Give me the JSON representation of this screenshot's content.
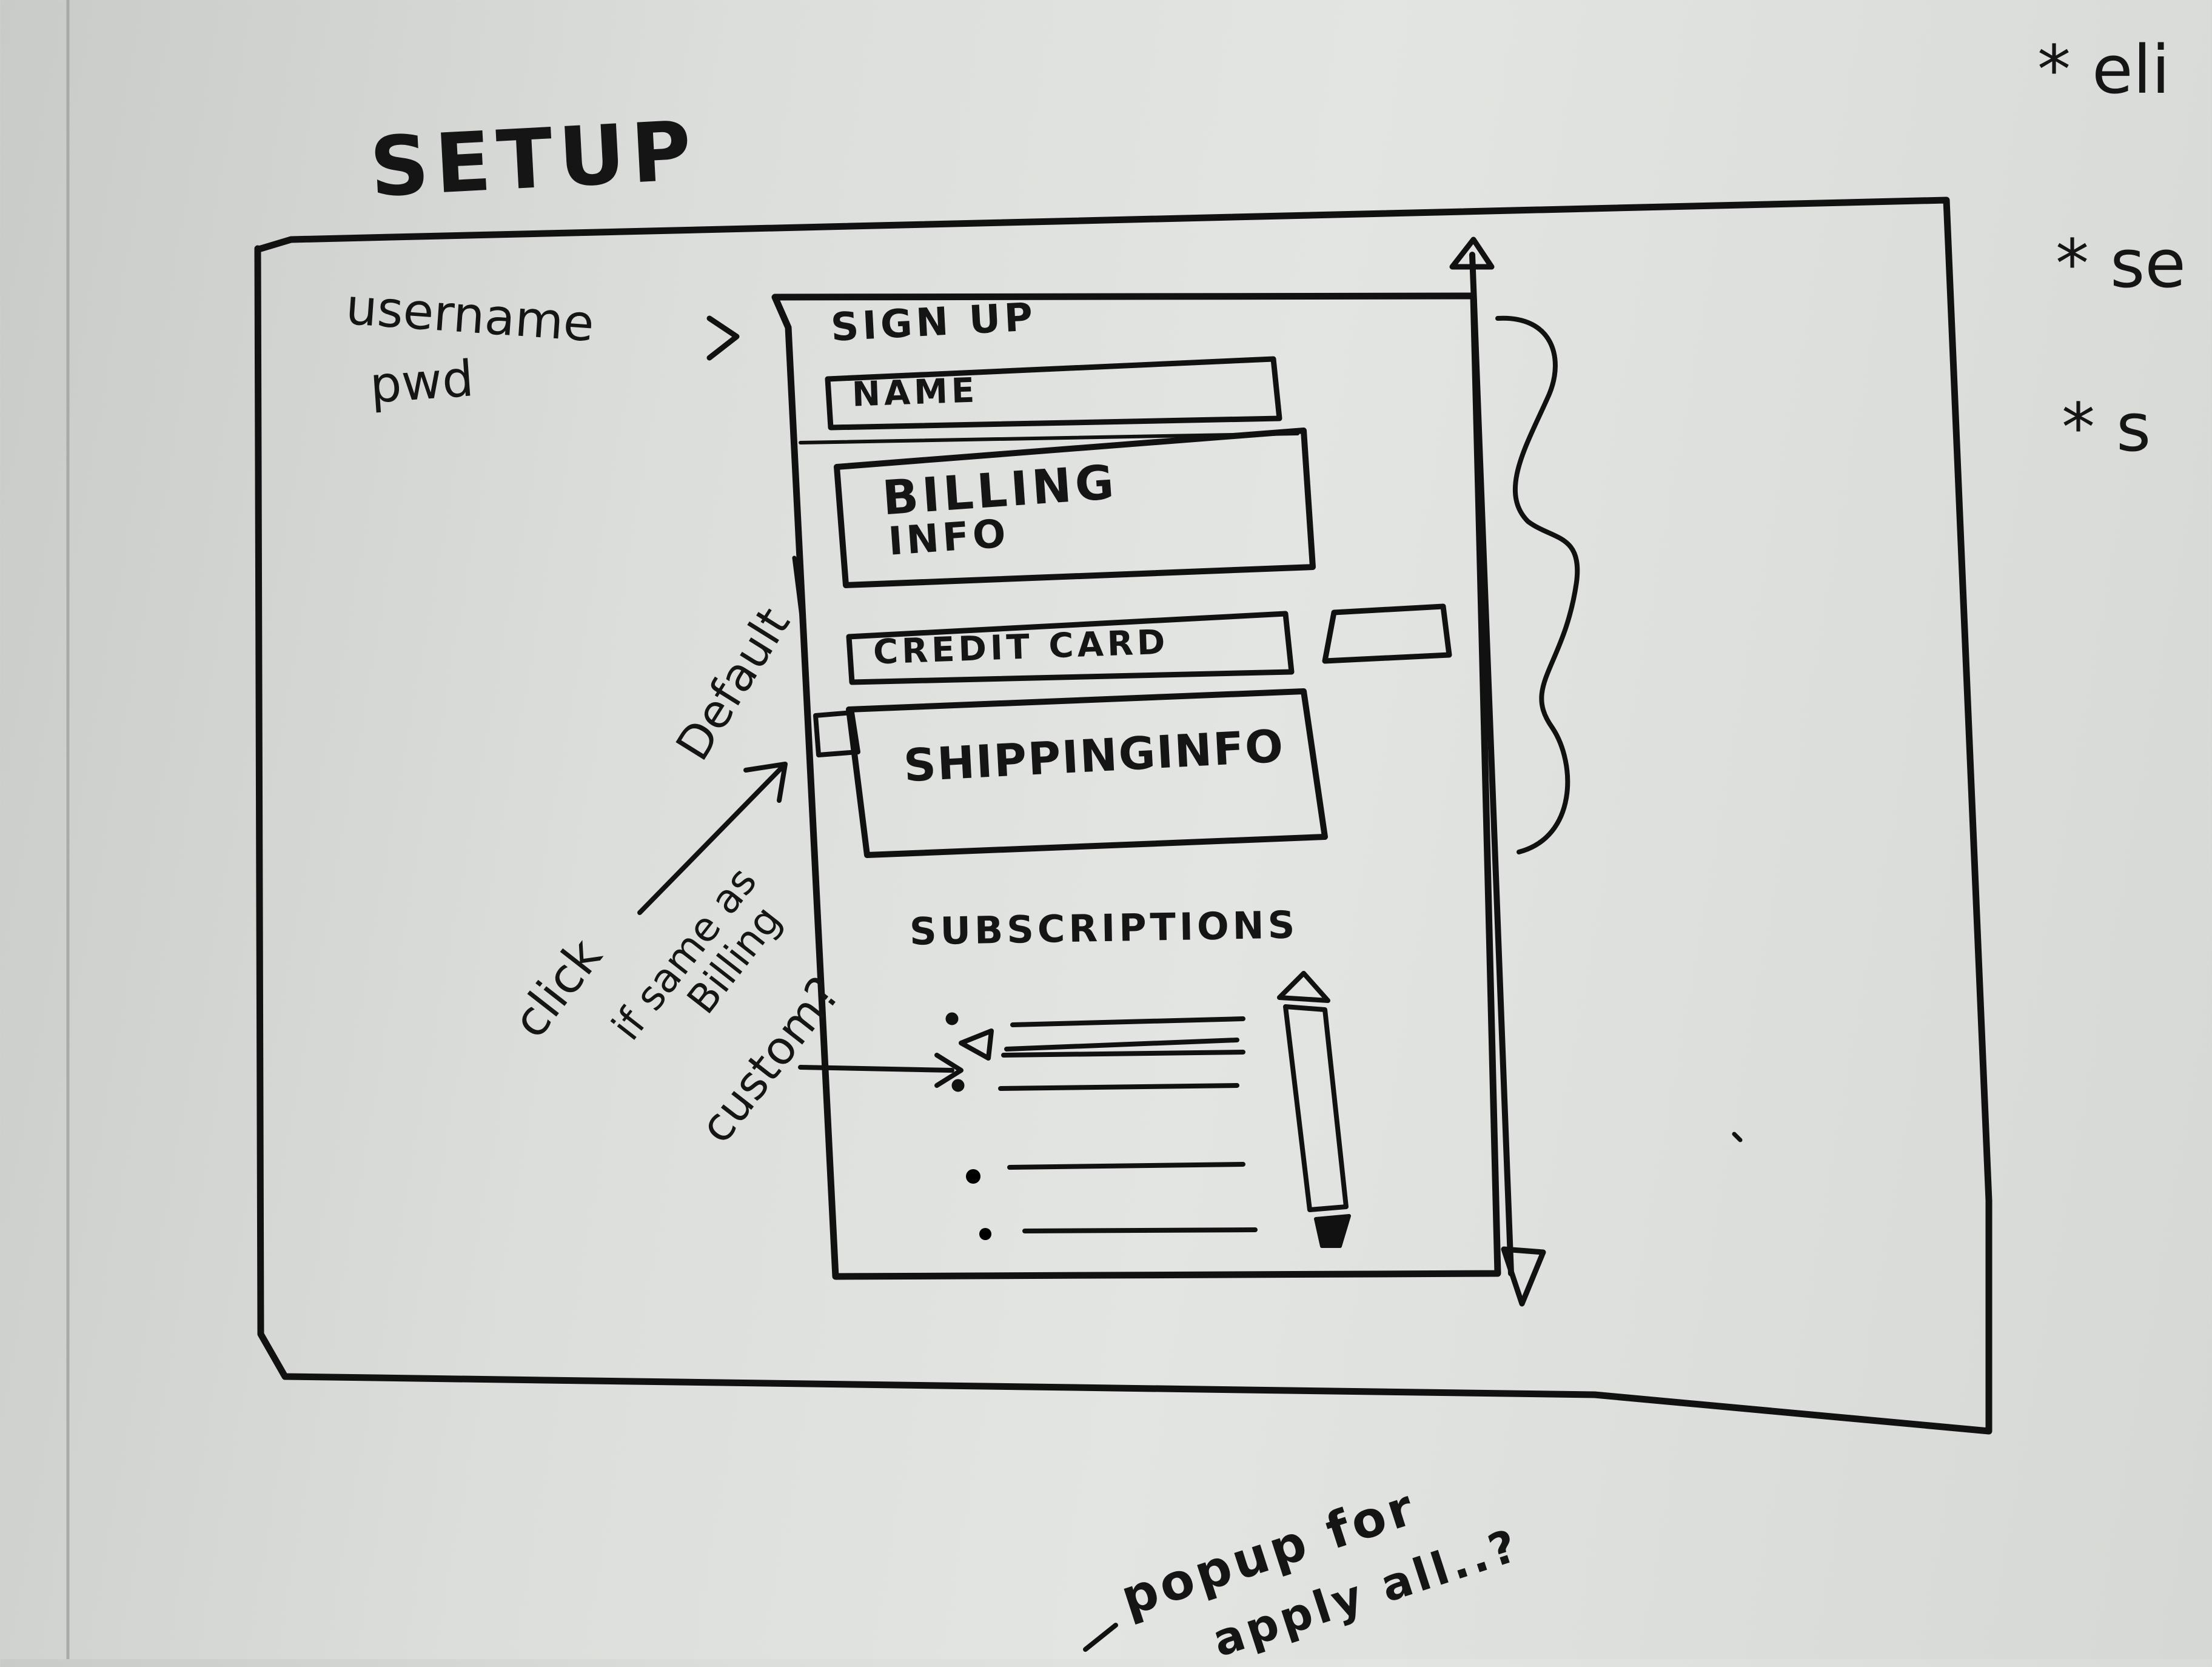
{
  "title": "SETUP",
  "left_note": {
    "line1": "username",
    "line2": "pwd"
  },
  "form": {
    "heading": "SIGN UP",
    "name_field": "NAME",
    "billing": {
      "line1": "BILLING",
      "line2": "INFO"
    },
    "credit_card": "CREDIT CARD",
    "shipping": "SHIPPINGINFO",
    "subscriptions": "SUBSCRIPTIONS"
  },
  "annotations": {
    "default": "Default",
    "click": "click",
    "if_same": "if same as",
    "billing": "Billing",
    "custom": "custom?",
    "popup": "popup for",
    "apply_all": "apply all..?"
  },
  "right_notes": [
    "* eli",
    "* se",
    "* s"
  ]
}
